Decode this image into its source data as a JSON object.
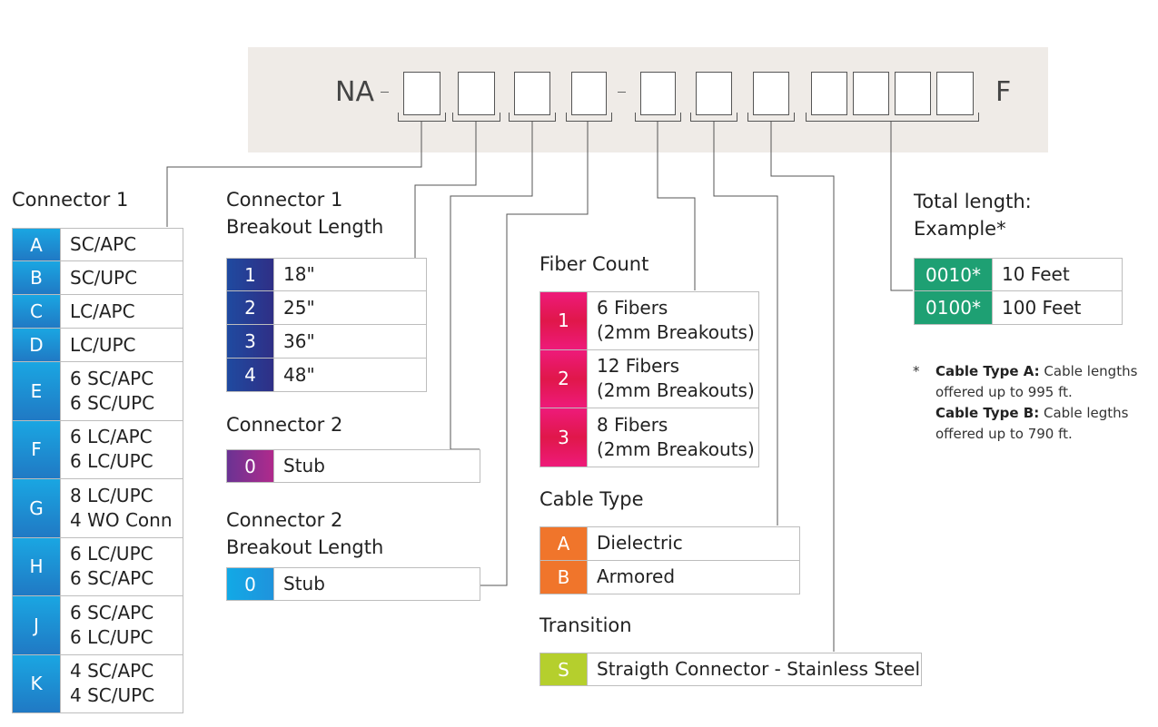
{
  "part_number": {
    "prefix": "NA",
    "suffix": "F"
  },
  "colors": {
    "connector1": "#1e9bd7",
    "breakout1": "#253b8e",
    "connector2": "#8c2f8f",
    "breakout2": "#1aa3e0",
    "fiber_count": "#e4175a",
    "cable_type": "#f0752b",
    "transition": "#b5cf2d",
    "total_length": "#1ea073"
  },
  "connector1": {
    "title": "Connector 1",
    "rows": [
      {
        "code": "A",
        "desc": [
          "SC/APC"
        ]
      },
      {
        "code": "B",
        "desc": [
          "SC/UPC"
        ]
      },
      {
        "code": "C",
        "desc": [
          "LC/APC"
        ]
      },
      {
        "code": "D",
        "desc": [
          "LC/UPC"
        ]
      },
      {
        "code": "E",
        "desc": [
          "6 SC/APC",
          "6 SC/UPC"
        ]
      },
      {
        "code": "F",
        "desc": [
          "6 LC/APC",
          "6 LC/UPC"
        ]
      },
      {
        "code": "G",
        "desc": [
          "8 LC/UPC",
          "4 WO Conn"
        ]
      },
      {
        "code": "H",
        "desc": [
          "6 LC/UPC",
          "6 SC/APC"
        ]
      },
      {
        "code": "J",
        "desc": [
          "6 SC/APC",
          "6 LC/UPC"
        ]
      },
      {
        "code": "K",
        "desc": [
          "4 SC/APC",
          "4 SC/UPC"
        ]
      }
    ]
  },
  "breakout1": {
    "title": "Connector 1",
    "title2": "Breakout Length",
    "rows": [
      {
        "code": "1",
        "desc": [
          "18\""
        ]
      },
      {
        "code": "2",
        "desc": [
          "25\""
        ]
      },
      {
        "code": "3",
        "desc": [
          "36\""
        ]
      },
      {
        "code": "4",
        "desc": [
          "48\""
        ]
      }
    ]
  },
  "connector2": {
    "title": "Connector 2",
    "rows": [
      {
        "code": "0",
        "desc": [
          "Stub"
        ]
      }
    ]
  },
  "breakout2": {
    "title": "Connector 2",
    "title2": "Breakout Length",
    "rows": [
      {
        "code": "0",
        "desc": [
          "Stub"
        ]
      }
    ]
  },
  "fiber_count": {
    "title": "Fiber Count",
    "rows": [
      {
        "code": "1",
        "desc": [
          "6 Fibers",
          "(2mm Breakouts)"
        ]
      },
      {
        "code": "2",
        "desc": [
          "12 Fibers",
          "(2mm Breakouts)"
        ]
      },
      {
        "code": "3",
        "desc": [
          "8 Fibers",
          "(2mm Breakouts)"
        ]
      }
    ]
  },
  "cable_type": {
    "title": "Cable Type",
    "rows": [
      {
        "code": "A",
        "desc": [
          "Dielectric"
        ]
      },
      {
        "code": "B",
        "desc": [
          "Armored"
        ]
      }
    ]
  },
  "transition": {
    "title": "Transition",
    "rows": [
      {
        "code": "S",
        "desc": [
          "Straigth Connector - Stainless Steel"
        ]
      }
    ]
  },
  "total_length": {
    "title": "Total length:",
    "title2": "Example*",
    "rows": [
      {
        "code": "0010*",
        "desc": [
          "10 Feet"
        ]
      },
      {
        "code": "0100*",
        "desc": [
          "100 Feet"
        ]
      }
    ]
  },
  "footnote": {
    "asterisk": "*",
    "a_label": "Cable Type A:",
    "a_text_1": " Cable lengths",
    "a_text_2": "offered up to 995 ft.",
    "b_label": "Cable Type B:",
    "b_text_1": " Cable legths",
    "b_text_2": "offered up to 790 ft."
  }
}
